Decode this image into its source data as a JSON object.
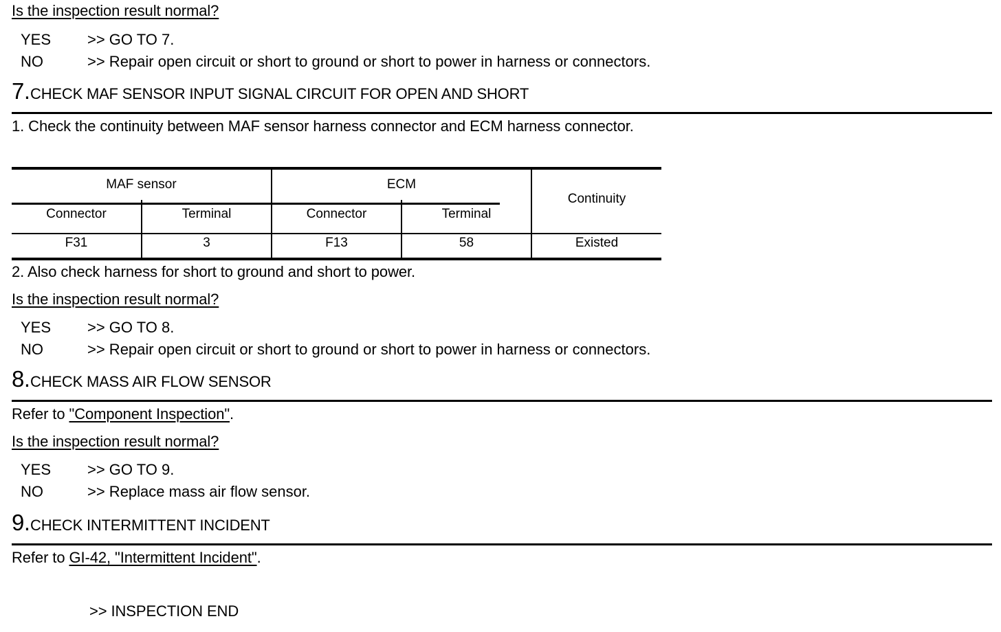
{
  "document": {
    "type": "service-manual-diagnostic-procedure"
  },
  "blocks": {
    "q1": "Is the inspection result normal?",
    "q1_yes_key": "YES",
    "q1_yes_text": ">> GO TO 7.",
    "q1_no_key": "NO",
    "q1_no_text": ">> Repair open circuit or short to ground or short to power in harness or connectors.",
    "step7_num": "7",
    "step7_dot": ".",
    "step7_title": "CHECK MAF SENSOR INPUT SIGNAL CIRCUIT FOR OPEN AND SHORT",
    "step7_item1": "1.    Check the continuity between MAF sensor harness connector and ECM harness connector.",
    "step7_item2": "2.    Also check harness for short to ground and short to power.",
    "q2": "Is the inspection result normal?",
    "q2_yes_key": "YES",
    "q2_yes_text": ">> GO TO 8.",
    "q2_no_key": "NO",
    "q2_no_text": ">> Repair open circuit or short to ground or short to power in harness or connectors.",
    "step8_num": "8",
    "step8_dot": ".",
    "step8_title": "CHECK MASS AIR FLOW SENSOR",
    "step8_refer_prefix": "Refer to ",
    "step8_refer_link": "\"Component Inspection\"",
    "step8_refer_suffix": ".",
    "q3": "Is the inspection result normal?",
    "q3_yes_key": "YES",
    "q3_yes_text": ">> GO TO 9.",
    "q3_no_key": "NO",
    "q3_no_text": ">> Replace mass air flow sensor.",
    "step9_num": "9",
    "step9_dot": ".",
    "step9_title": "CHECK INTERMITTENT INCIDENT",
    "step9_refer_prefix": "Refer to ",
    "step9_refer_link": "GI-42, \"Intermittent Incident\"",
    "step9_refer_suffix": ".",
    "inspection_end": ">> INSPECTION END"
  },
  "continuity_table": {
    "group_headers": {
      "maf_sensor": "MAF sensor",
      "ecm": "ECM",
      "continuity": "Continuity"
    },
    "sub_headers": {
      "maf_connector": "Connector",
      "maf_terminal": "Terminal",
      "ecm_connector": "Connector",
      "ecm_terminal": "Terminal"
    },
    "values": {
      "maf_connector": "F31",
      "maf_terminal": "3",
      "ecm_connector": "F13",
      "ecm_terminal": "58",
      "continuity": "Existed"
    }
  },
  "colors": {
    "text": "#000000",
    "background": "#ffffff",
    "rule": "#000000"
  }
}
